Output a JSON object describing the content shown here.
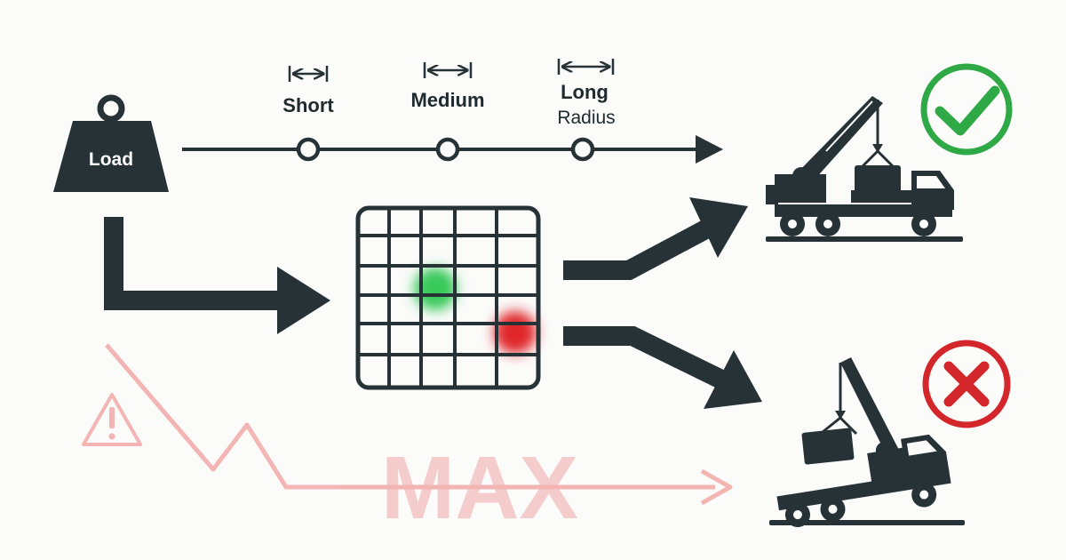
{
  "load": {
    "label": "Load"
  },
  "radius_scale": {
    "markers": [
      {
        "label": "Short",
        "sub": ""
      },
      {
        "label": "Medium",
        "sub": ""
      },
      {
        "label": "Long",
        "sub": "Radius"
      }
    ]
  },
  "warning": {
    "label": "MAX"
  },
  "colors": {
    "dark": "#263236",
    "ok_green": "#2fa846",
    "fail_red": "#d3272b",
    "warn_pink": "#f2a8a8",
    "grid_green": "#37c95a",
    "grid_red": "#e0262b"
  },
  "icons": {
    "load": "weight-icon",
    "ok": "check-circle-icon",
    "fail": "x-circle-icon",
    "warning": "warning-triangle-icon",
    "crane_ok": "crane-truck-upright-icon",
    "crane_fail": "crane-truck-tipping-icon"
  }
}
